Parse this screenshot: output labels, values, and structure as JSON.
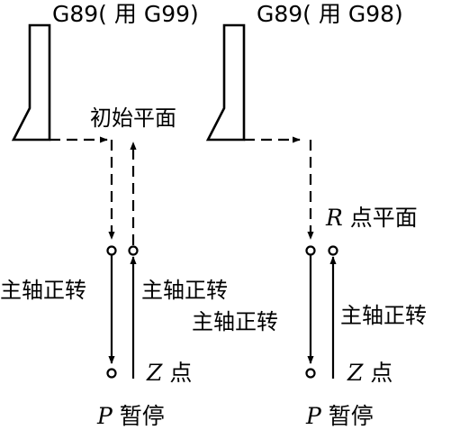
{
  "left_panel": {
    "title": "G89( 用 G99)",
    "initial_plane": "初始平面",
    "spindle_cw_down": "主轴正转",
    "spindle_cw_up": "主轴正转",
    "z_letter": "Z",
    "z_suffix": " 点",
    "p_letter": "P",
    "p_suffix": " 暂停"
  },
  "right_panel": {
    "title": "G89( 用 G98)",
    "r_letter": "R",
    "r_suffix": " 点平面",
    "spindle_cw_down": "主轴正转",
    "spindle_cw_up": "主轴正转",
    "z_letter": "Z",
    "z_suffix": " 点",
    "p_letter": "P",
    "p_suffix": " 暂停"
  }
}
